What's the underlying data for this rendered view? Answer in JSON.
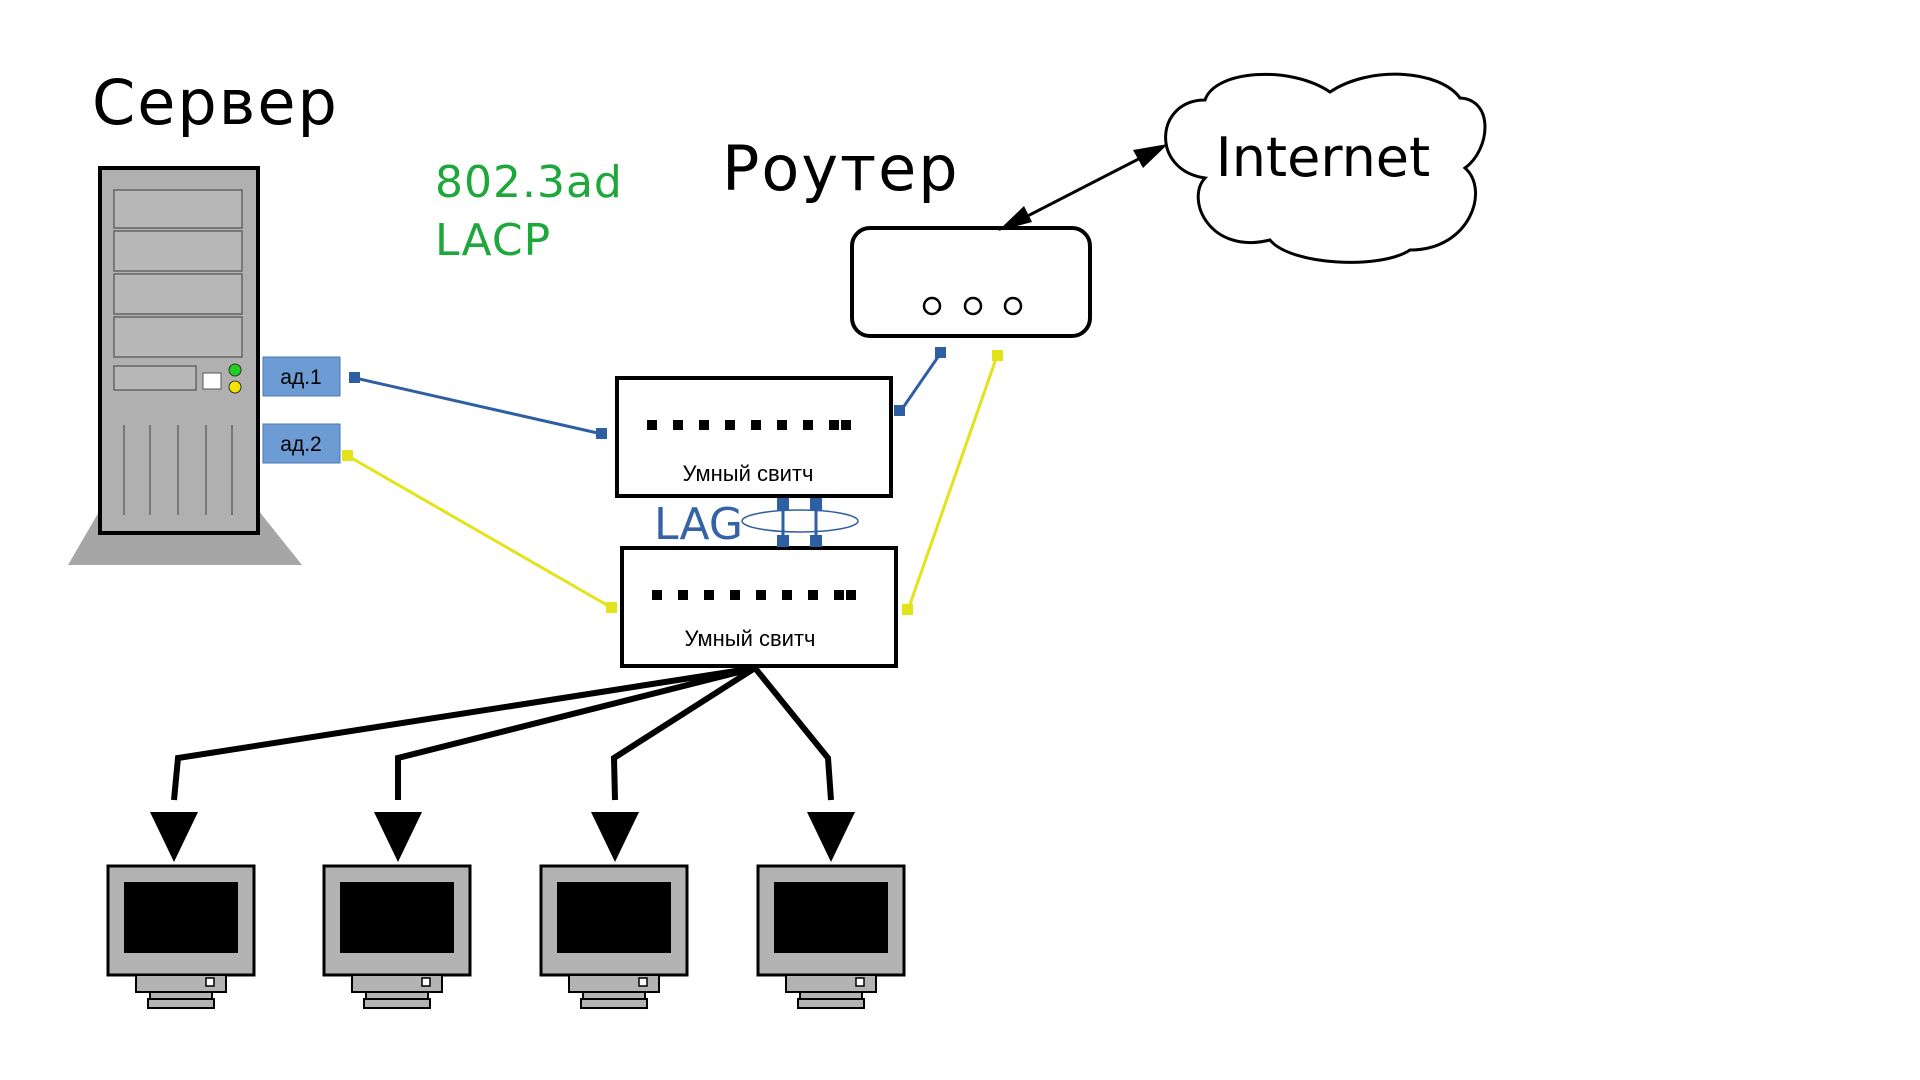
{
  "labels": {
    "server": "Сервер",
    "router": "Роутер",
    "internet": "Internet",
    "protocol_line1": "802.3ad",
    "protocol_line2": "LACP",
    "lag": "LAG",
    "adapter1": "ад.1",
    "adapter2": "ад.2",
    "switch_top": "Умный свитч",
    "switch_bottom": "Умный свитч"
  },
  "colors": {
    "link_blue": "#2f5fa3",
    "link_yellow": "#e3e31a",
    "adapter_fill": "#6d9bd3",
    "protocol_green": "#1ea83c",
    "server_gray": "#b0b0b0",
    "monitor_gray": "#b3b3b3"
  },
  "icons": {
    "server": "tower-server-icon",
    "router": "router-icon",
    "internet": "cloud-icon",
    "switch": "switch-icon",
    "client": "monitor-icon"
  }
}
